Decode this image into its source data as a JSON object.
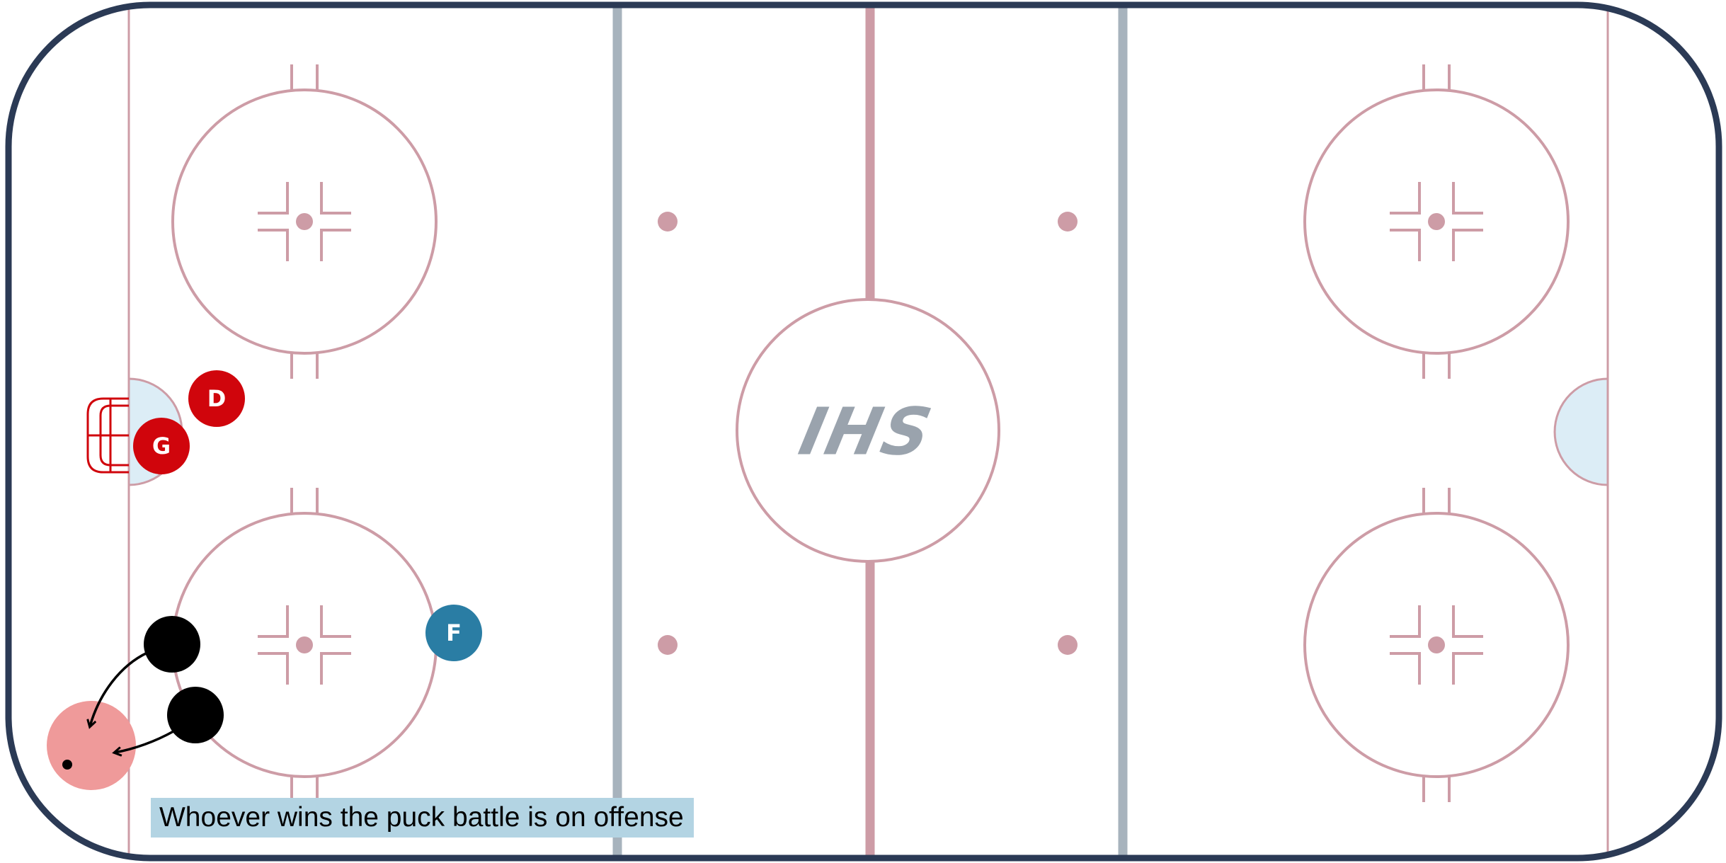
{
  "logo": {
    "text": "IHS"
  },
  "players": [
    {
      "id": "d",
      "label": "D",
      "role": "defense",
      "color": "#d0050c"
    },
    {
      "id": "g",
      "label": "G",
      "role": "goalie",
      "color": "#d0050c"
    },
    {
      "id": "f",
      "label": "F",
      "role": "forward",
      "color": "#2a7da4"
    },
    {
      "id": "p1",
      "label": "",
      "role": "skater",
      "color": "#000000"
    },
    {
      "id": "p2",
      "label": "",
      "role": "skater",
      "color": "#000000"
    }
  ],
  "zone": {
    "name": "puck battle area",
    "color": "#ef9a9a"
  },
  "caption": {
    "text": "Whoever wins the puck battle is on offense"
  },
  "colors": {
    "boards": "#2b3a55",
    "red_lines": "#cd9ca6",
    "blue_lines": "#a7b3bd",
    "crease": "#dcedf6",
    "net": "#d0050c",
    "caption_bg": "#b3d4e3"
  }
}
